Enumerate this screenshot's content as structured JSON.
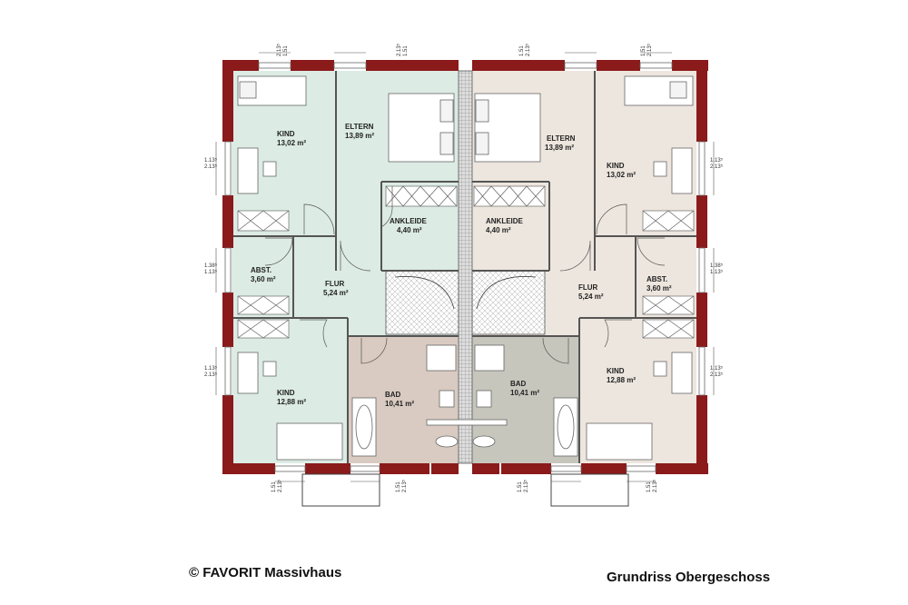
{
  "footer": {
    "copyright": "© FAVORIT Massivhaus",
    "title": "Grundriss Obergeschoss"
  },
  "colors": {
    "wall": "#8b1a1a",
    "mint_floor": "#dcebe4",
    "beige_floor": "#ede6de",
    "bath_left": "#d9cbc1",
    "bath_right": "#c7c6bd",
    "line": "#555555"
  },
  "rooms": {
    "left_kind_top": {
      "name": "KIND",
      "area": "13,02 m²"
    },
    "left_eltern": {
      "name": "ELTERN",
      "area": "13,89 m²"
    },
    "left_ankleide": {
      "name": "ANKLEIDE",
      "area": "4,40 m²"
    },
    "left_abst": {
      "name": "ABST.",
      "area": "3,60 m²"
    },
    "left_flur": {
      "name": "FLUR",
      "area": "5,24 m²"
    },
    "left_kind_bottom": {
      "name": "KIND",
      "area": "12,88 m²"
    },
    "left_bad": {
      "name": "BAD",
      "area": "10,41 m²"
    },
    "right_bad": {
      "name": "BAD",
      "area": "10,41 m²"
    },
    "right_eltern": {
      "name": "ELTERN",
      "area": "13,89 m²"
    },
    "right_ankleide": {
      "name": "ANKLEIDE",
      "area": "4,40 m²"
    },
    "right_kind_top": {
      "name": "KIND",
      "area": "13,02 m²"
    },
    "right_flur": {
      "name": "FLUR",
      "area": "5,24 m²"
    },
    "right_abst": {
      "name": "ABST.",
      "area": "3,60 m²"
    },
    "right_kind_bottom": {
      "name": "KIND",
      "area": "12,88 m²"
    }
  },
  "dimensions": {
    "top_1": [
      "2.13⁵",
      "1.51"
    ],
    "top_2": [
      "2.13⁵",
      "1.51"
    ],
    "top_3": [
      "1.51",
      "2.13⁵"
    ],
    "top_4": [
      "1.51",
      "2.13⁵"
    ],
    "left_1": [
      "1.13⁵",
      "2.13⁵"
    ],
    "left_2": [
      "1.38⁵",
      "1.13⁵"
    ],
    "left_3": [
      "1.13⁵",
      "2.13⁵"
    ],
    "right_1": [
      "1.13⁵",
      "2.13⁵"
    ],
    "right_2": [
      "1.38⁵",
      "1.13⁵"
    ],
    "right_3": [
      "1.13⁵",
      "2.13⁵"
    ],
    "bottom_1": [
      "1.51",
      "2.13⁵"
    ],
    "bottom_2": [
      "1.51",
      "2.13⁵"
    ],
    "bottom_3": [
      "1.51",
      "2.13⁵"
    ],
    "bottom_4": [
      "1.51",
      "2.13⁵"
    ]
  }
}
